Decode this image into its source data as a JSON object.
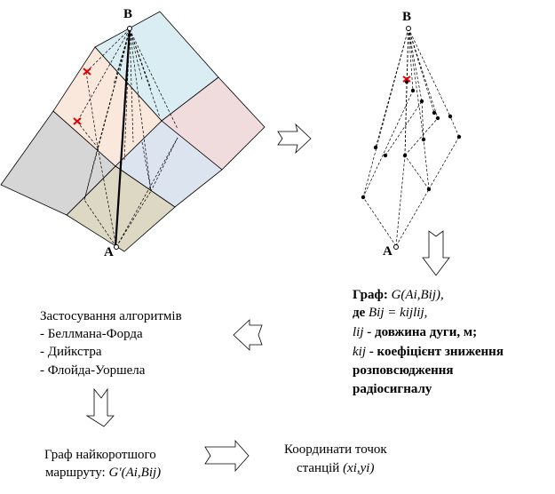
{
  "labels": {
    "B": "B",
    "A": "A"
  },
  "colors": {
    "light_blue": "#d9edf2",
    "pink": "#f0dcdc",
    "lavender": "#dce4f0",
    "tan": "#dcd8c4",
    "gray": "#d6d6d6",
    "peach": "#fbe8dc",
    "marker": "#e00000"
  },
  "graph_block": {
    "line1_word": "Граф:",
    "line1_formula": "G(Ai,Bij),",
    "line2_word": "де",
    "line2_formula": "Bij = kijlij,",
    "line3_var": "lij",
    "line3_text": "- довжина дуги, м;",
    "line4_var": "kij",
    "line4_text": "- коефіцієнт зниження",
    "line5": "розповсюдження",
    "line6": "радіосигналу"
  },
  "algorithms": {
    "title": "Застосування алгоритмів",
    "items": [
      "- Беллмана-Форда",
      "- Дийкстра",
      "- Флойда-Уоршела"
    ]
  },
  "shortest": {
    "line1": "Граф найкоротшого",
    "line2_word": "маршруту:",
    "line2_formula": "G′(Ai,Bij)"
  },
  "coords": {
    "line1": "Координати точок",
    "line2_word": "станцій",
    "line2_formula": "(xi,yi)"
  }
}
